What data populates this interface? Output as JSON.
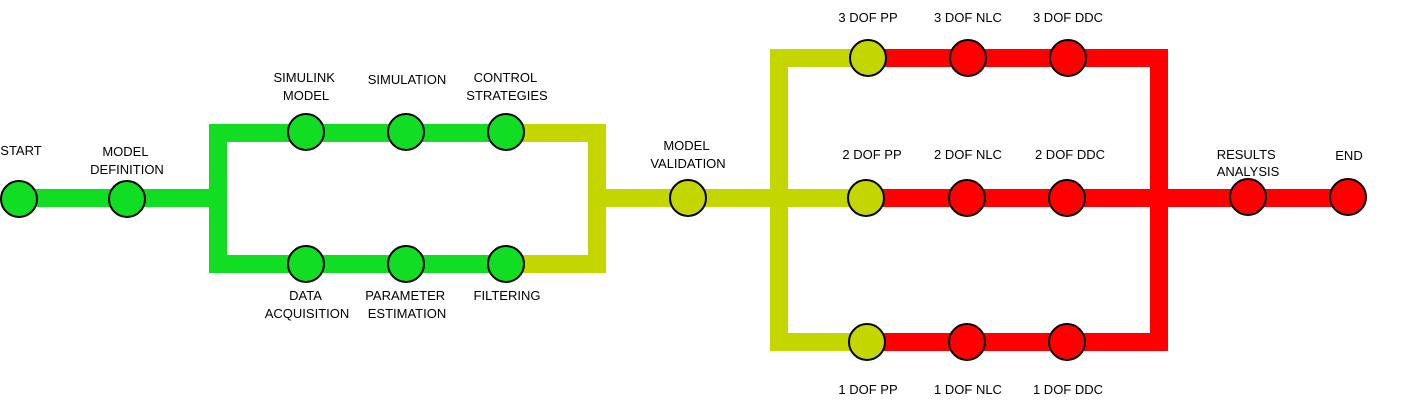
{
  "colors": {
    "green": "#11dd22",
    "yellow": "#c3d600",
    "red": "#ff0000",
    "node_green": "#11dd22",
    "node_yellow": "#c3d600",
    "node_red": "#ff0000"
  },
  "nodes": {
    "start": "START",
    "model_definition": [
      "MODEL",
      "DEFINITION"
    ],
    "simulink_model": [
      "SIMULINK",
      "MODEL"
    ],
    "simulation": "SIMULATION",
    "control_strategies": [
      "CONTROL",
      "STRATEGIES"
    ],
    "data_acquisition": [
      "DATA",
      "ACQUISITION"
    ],
    "parameter_estimation": [
      "PARAMETER",
      "ESTIMATION"
    ],
    "filtering": "FILTERING",
    "model_validation": [
      "MODEL",
      "VALIDATION"
    ],
    "dof3_pp": "3 DOF PP",
    "dof3_nlc": "3 DOF NLC",
    "dof3_ddc": "3 DOF DDC",
    "dof2_pp": "2 DOF PP",
    "dof2_nlc": "2 DOF NLC",
    "dof2_ddc": "2 DOF DDC",
    "dof1_pp": "1 DOF PP",
    "dof1_nlc": "1 DOF NLC",
    "dof1_ddc": "1 DOF DDC",
    "results_analysis": [
      "RESULTS",
      "ANALYSIS"
    ],
    "end": "END"
  }
}
